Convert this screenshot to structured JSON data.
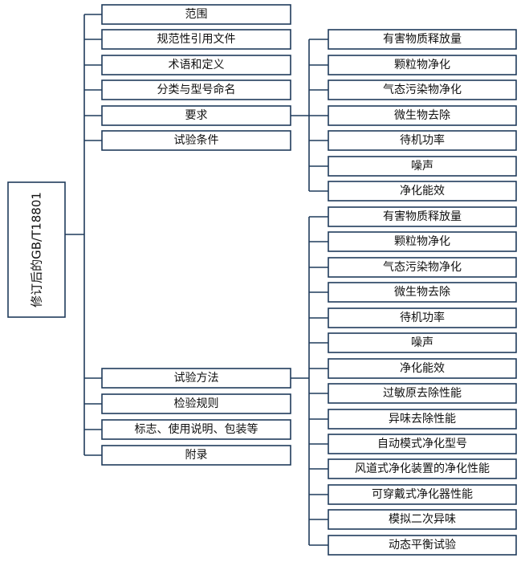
{
  "root": {
    "label": "修订后的GB/T18801"
  },
  "sections": [
    {
      "label": "范围"
    },
    {
      "label": "规范性引用文件"
    },
    {
      "label": "术语和定义"
    },
    {
      "label": "分类与型号命名"
    },
    {
      "label": "要求",
      "children": [
        "有害物质释放量",
        "颗粒物净化",
        "气态污染物净化",
        "微生物去除",
        "待机功率",
        "噪声",
        "净化能效"
      ]
    },
    {
      "label": "试验条件"
    },
    {
      "label": "试验方法",
      "children": [
        "有害物质释放量",
        "颗粒物净化",
        "气态污染物净化",
        "微生物去除",
        "待机功率",
        "噪声",
        "净化能效",
        "过敏原去除性能",
        "异味去除性能",
        "自动模式净化型号",
        "风道式净化装置的净化性能",
        "可穿戴式净化器性能",
        "模拟二次异味",
        "动态平衡试验"
      ]
    },
    {
      "label": "检验规则"
    },
    {
      "label": "标志、使用说明、包装等"
    },
    {
      "label": "附录"
    }
  ],
  "colors": {
    "stroke": "#1f3b5c",
    "text": "#111111",
    "background": "#ffffff"
  }
}
